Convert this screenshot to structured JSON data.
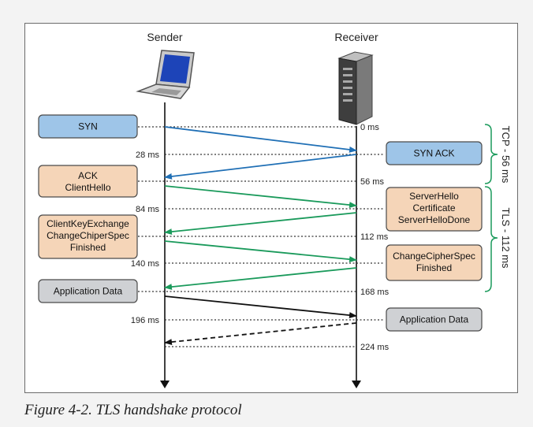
{
  "participants": {
    "sender": "Sender",
    "receiver": "Receiver"
  },
  "times": [
    "0 ms",
    "28 ms",
    "56 ms",
    "84 ms",
    "112 ms",
    "140 ms",
    "168 ms",
    "196 ms",
    "224 ms"
  ],
  "sender_boxes": {
    "syn": [
      "SYN"
    ],
    "ack_clienthello": [
      "ACK",
      "ClientHello"
    ],
    "client_key_exchange": [
      "ClientKeyExchange",
      "ChangeChiperSpec",
      "Finished"
    ],
    "application_data": [
      "Application Data"
    ]
  },
  "receiver_boxes": {
    "syn_ack": [
      "SYN ACK"
    ],
    "server_hello": [
      "ServerHello",
      "Certificate",
      "ServerHelloDone"
    ],
    "change_cipher_spec": [
      "ChangeCipherSpec",
      "Finished"
    ],
    "application_data": [
      "Application Data"
    ]
  },
  "braces": {
    "tcp": "TCP - 56 ms",
    "tls": "TLS - 112 ms"
  },
  "caption": "Figure 4-2. TLS handshake protocol",
  "colors": {
    "blue": "#1f6fb5",
    "green": "#1a9a5b",
    "black": "#111111",
    "box_blue": "#9ec5e8",
    "box_orange": "#f5d5b8",
    "box_gray": "#cfd1d4"
  }
}
